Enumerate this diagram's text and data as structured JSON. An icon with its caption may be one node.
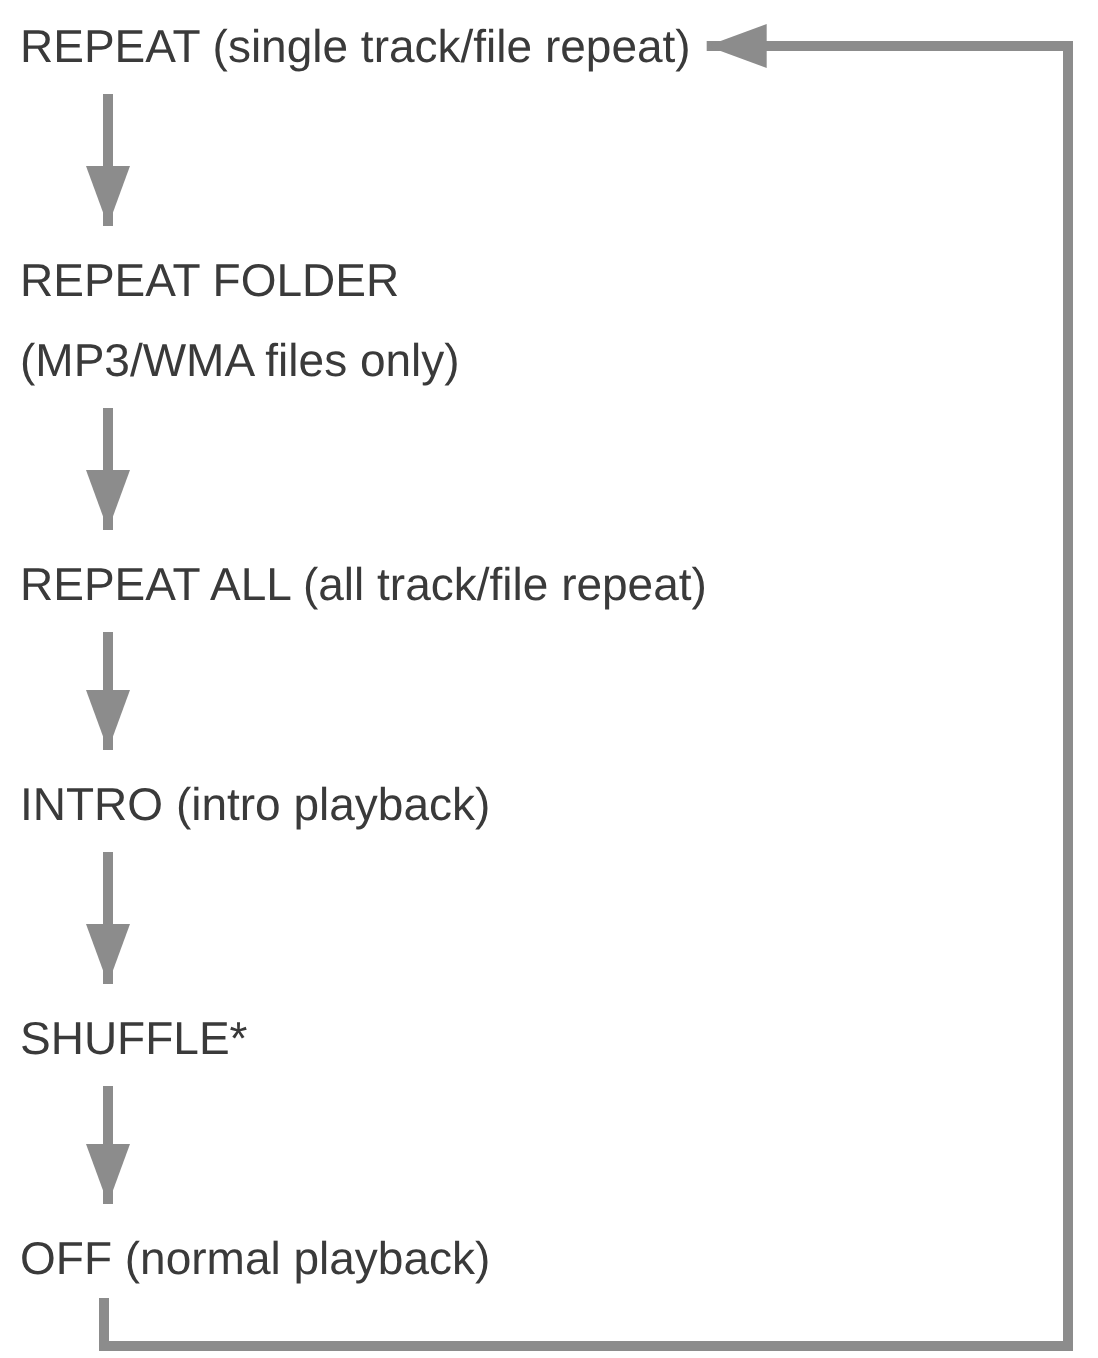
{
  "diagram": {
    "nodes": [
      {
        "text": [
          "REPEAT (single track/file repeat)"
        ]
      },
      {
        "text": [
          "REPEAT FOLDER (MP3/WMA files only)"
        ]
      },
      {
        "text": [
          "REPEAT ALL (all track/file repeat)"
        ]
      },
      {
        "text": [
          "INTRO (intro playback)"
        ]
      },
      {
        "text": [
          "SHUFFLE*"
        ]
      },
      {
        "text": [
          "OFF (normal playback)"
        ]
      }
    ],
    "edges": [
      {
        "from": 0,
        "to": 1,
        "arrow": "to"
      },
      {
        "from": 1,
        "to": 2,
        "arrow": "to"
      },
      {
        "from": 2,
        "to": 3,
        "arrow": "to"
      },
      {
        "from": 3,
        "to": 4,
        "arrow": "to"
      },
      {
        "from": 4,
        "to": 5,
        "arrow": "to"
      },
      {
        "from": 5,
        "to": 0,
        "arrow": "to"
      }
    ]
  }
}
